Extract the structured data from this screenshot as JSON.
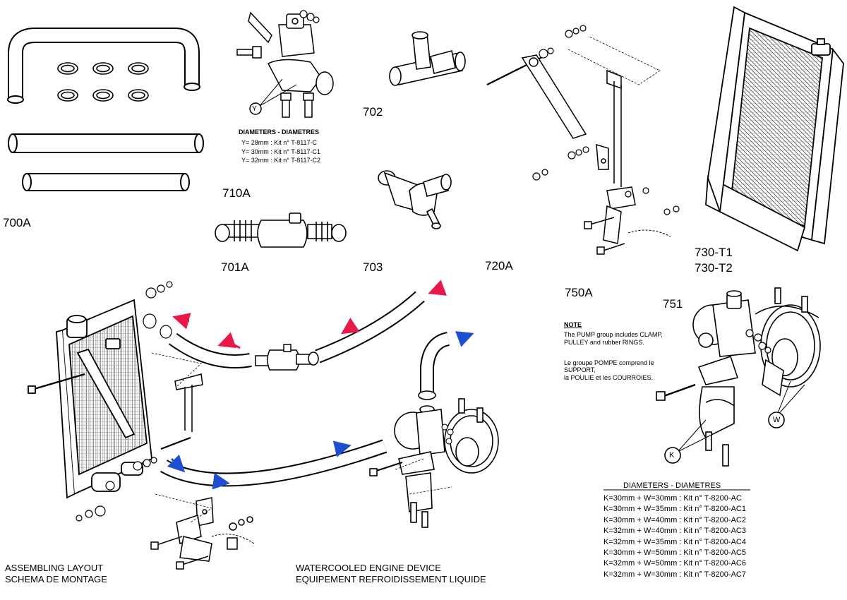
{
  "parts": {
    "p700A": "700A",
    "p710A": "710A",
    "p701A": "701A",
    "p702": "702",
    "p703": "703",
    "p720A": "720A",
    "p730a": "730-T1",
    "p730b": "730-T2",
    "p750A": "750A",
    "p751": "751"
  },
  "callouts": {
    "y": "Y",
    "k": "K",
    "w": "W"
  },
  "kit710": {
    "heading": "DIAMETERS - DIAMETRES",
    "rows": [
      "Y= 28mm : Kit n° T-8117-C",
      "Y= 30mm : Kit n° T-8117-C1",
      "Y= 32mm : Kit n° T-8117-C2"
    ]
  },
  "note": {
    "title": "NOTE",
    "en1": "The PUMP group includes CLAMP,",
    "en2": "PULLEY and rubber RINGS.",
    "fr1": "Le groupe POMPE comprend le",
    "fr2": "SUPPORT,",
    "fr3": "la POULIE et les COURROIES."
  },
  "kit750": {
    "heading": "DIAMETERS - DIAMETRES",
    "rows": [
      "K=30mm + W=30mm : Kit n° T-8200-AC",
      "K=30mm + W=35mm : Kit n° T-8200-AC1",
      "K=30mm + W=40mm : Kit n° T-8200-AC2",
      "K=32mm + W=40mm : Kit n° T-8200-AC3",
      "K=32mm + W=35mm : Kit n° T-8200-AC4",
      "K=30mm + W=50mm : Kit n° T-8200-AC5",
      "K=32mm + W=50mm : Kit n° T-8200-AC6",
      "K=32mm + W=30mm : Kit n° T-8200-AC7"
    ]
  },
  "captions": {
    "assembling_en": "ASSEMBLING LAYOUT",
    "assembling_fr": "SCHEMA DE MONTAGE",
    "device_en": "WATERCOOLED ENGINE DEVICE",
    "device_fr": "EQUIPEMENT REFROIDISSEMENT LIQUIDE"
  },
  "colors": {
    "hot_flow": "#e8194a",
    "cold_flow": "#1f4fd1",
    "line": "#000000"
  }
}
